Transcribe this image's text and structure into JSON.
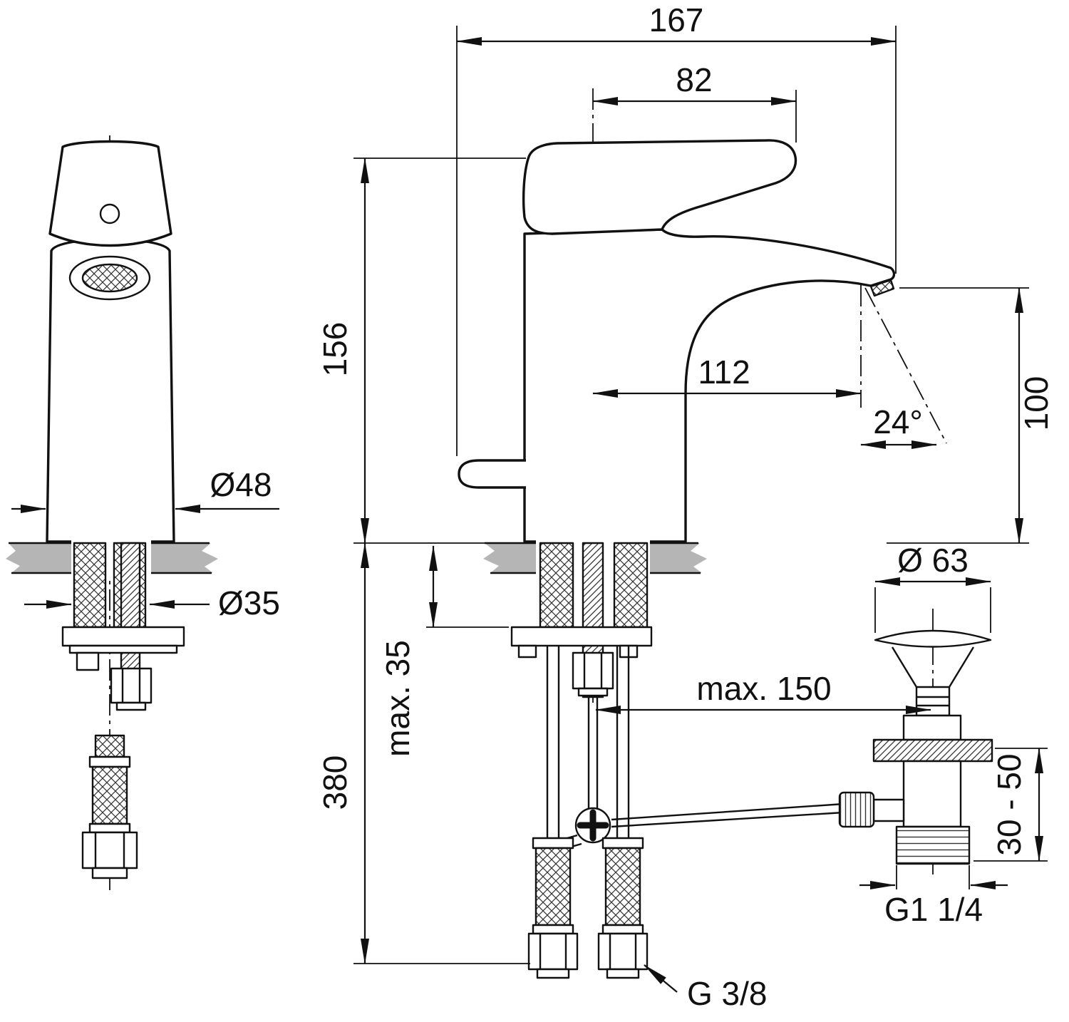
{
  "colors": {
    "line": "#111111",
    "countertop": "#b5b5b5",
    "background": "#ffffff"
  },
  "dims": {
    "overall_length": "167",
    "handle_length": "82",
    "body_height": "156",
    "spout_reach": "112",
    "spout_angle": "24°",
    "outlet_height": "100",
    "body_diameter": "Ø48",
    "hole_diameter": "Ø35",
    "deck_thickness_max": "max. 35",
    "hose_drop": "380",
    "rod_reach_max": "max. 150",
    "waste_cap_diameter": "Ø 63",
    "waste_adjust_range": "30 - 50",
    "waste_thread": "G1 1/4",
    "supply_thread": "G 3/8"
  }
}
